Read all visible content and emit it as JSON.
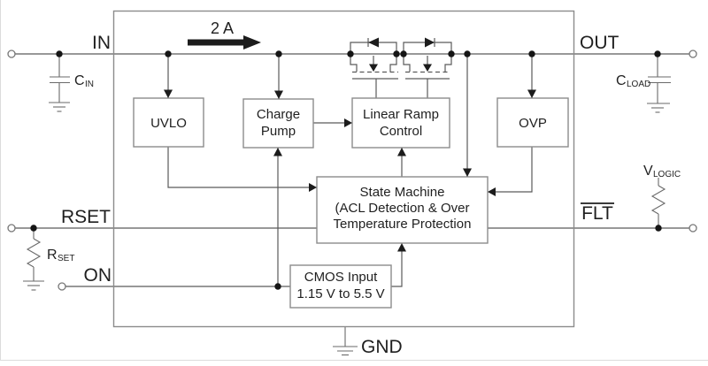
{
  "diagram": {
    "current_label": "2 A",
    "pins": {
      "in": "IN",
      "out": "OUT",
      "rset": "RSET",
      "on": "ON",
      "flt": "FLT",
      "gnd": "GND"
    },
    "blocks": {
      "uvlo": {
        "label": "UVLO"
      },
      "charge_pump": {
        "line1": "Charge",
        "line2": "Pump"
      },
      "linear_ramp_control": {
        "line1": "Linear Ramp",
        "line2": "Control"
      },
      "ovp": {
        "label": "OVP"
      },
      "state_machine": {
        "line1": "State Machine",
        "line2": "(ACL Detection & Over",
        "line3": "Temperature Protection"
      },
      "cmos_input": {
        "line1": "CMOS Input",
        "line2": "1.15 V to 5.5 V"
      }
    },
    "components": {
      "cin": {
        "ref": "C",
        "sub": "IN"
      },
      "cload": {
        "ref": "C",
        "sub": "LOAD"
      },
      "rset": {
        "ref": "R",
        "sub": "SET"
      },
      "vlogic": {
        "ref": "V",
        "sub": "LOGIC"
      }
    },
    "colors": {
      "wire": "#5a5a5a",
      "block_border": "#8c8c8c",
      "text": "#1f1f1f",
      "arrow": "#1c1c1c",
      "background": "#ffffff"
    }
  }
}
